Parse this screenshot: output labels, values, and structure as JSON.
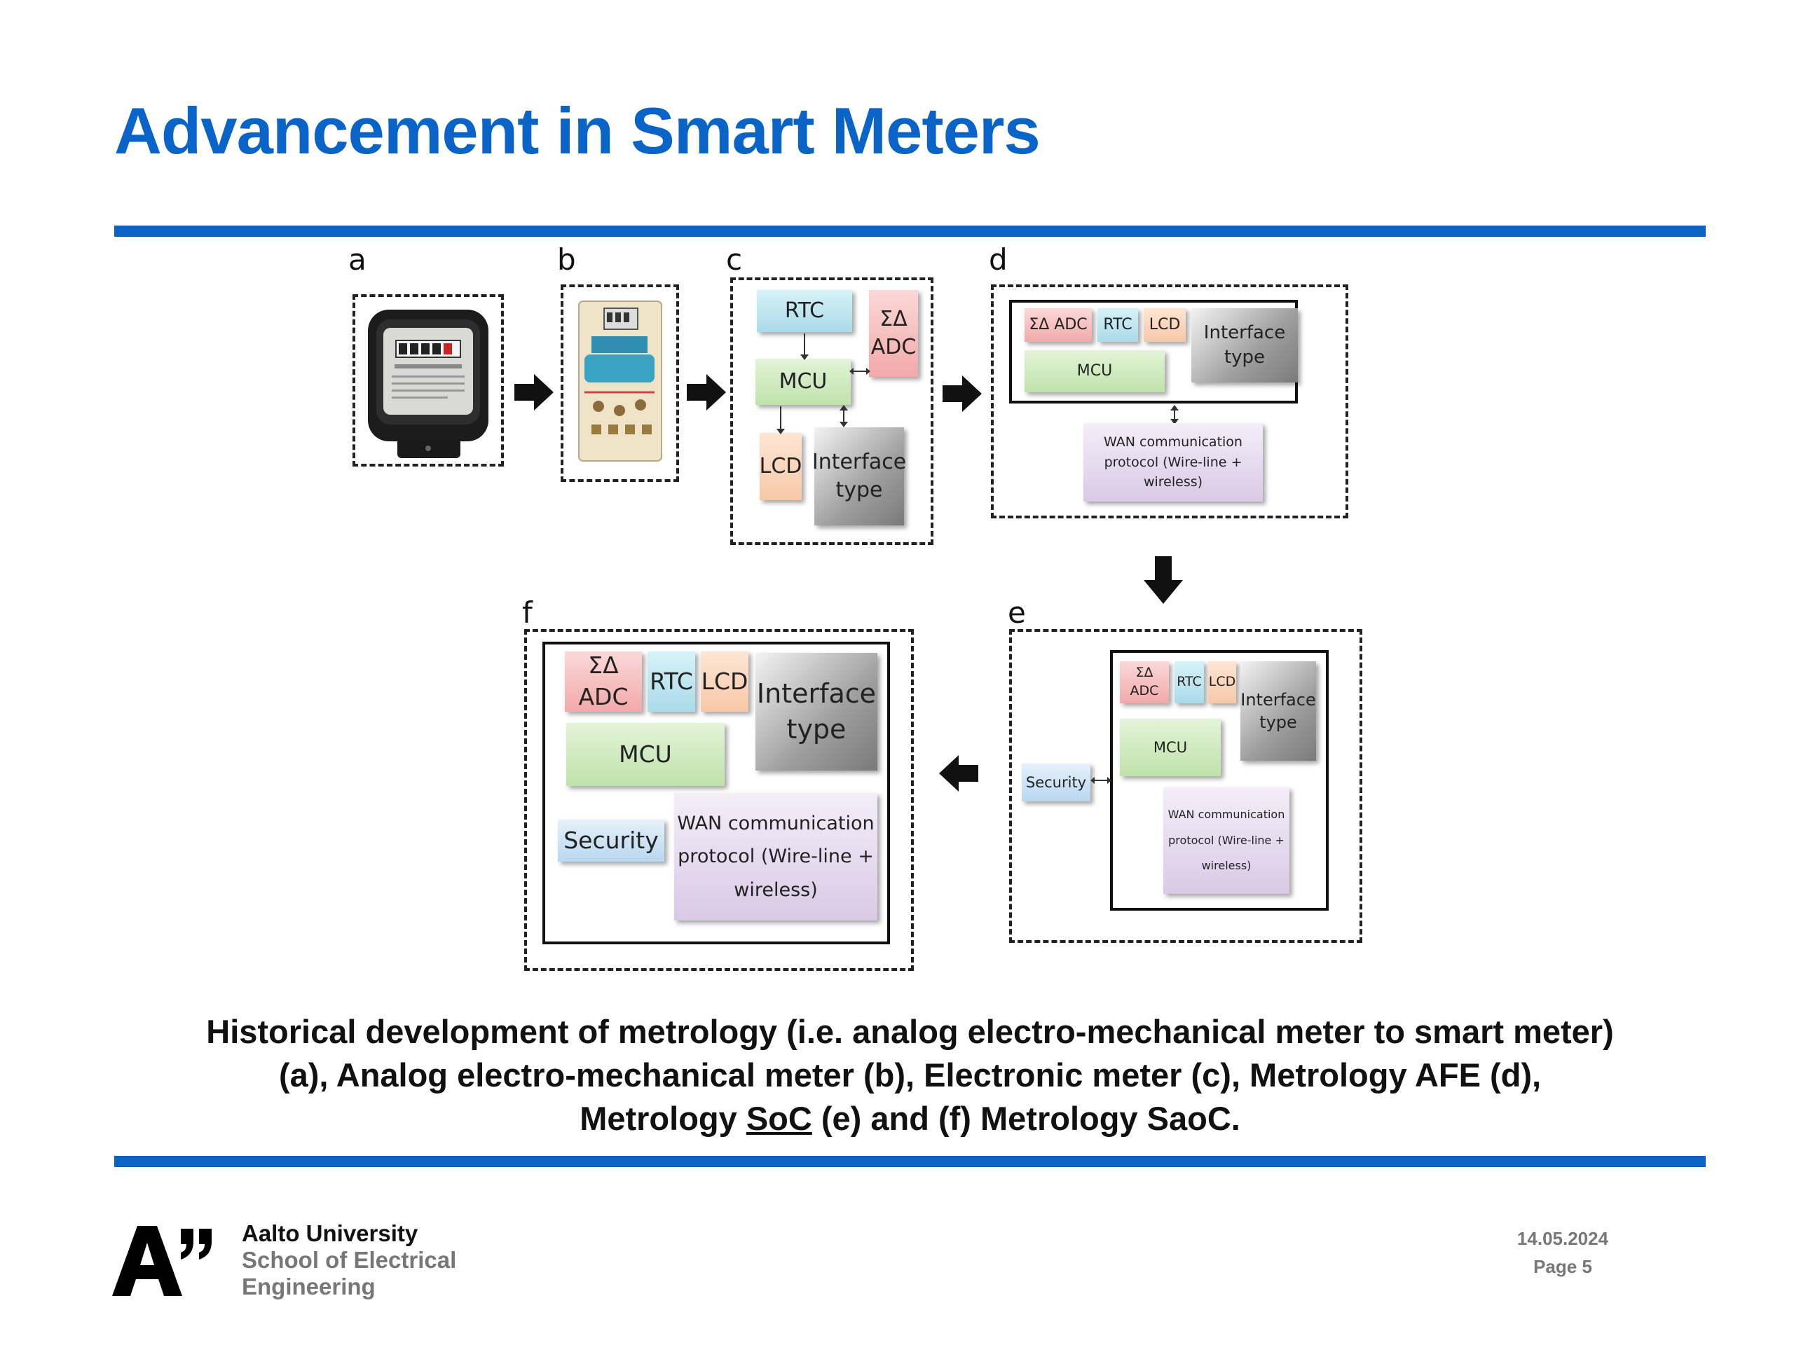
{
  "slide": {
    "title": "Advancement in Smart Meters",
    "caption_line1": "Historical development of metrology (i.e. analog electro-mechanical meter to smart meter)",
    "caption_line2": "(a), Analog electro-mechanical meter (b), Electronic meter (c), Metrology AFE (d),",
    "caption_line3_pre": "Metrology ",
    "caption_line3_soc": "SoC",
    "caption_line3_post": " (e) and (f) Metrology SaoC."
  },
  "panels": {
    "a": {
      "label": "a"
    },
    "b": {
      "label": "b"
    },
    "c": {
      "label": "c",
      "rtc": "RTC",
      "adc1": "ΣΔ",
      "adc2": "ADC",
      "mcu": "MCU",
      "lcd": "LCD",
      "iface1": "Interface",
      "iface2": "type"
    },
    "d": {
      "label": "d",
      "adc": "ΣΔ ADC",
      "rtc": "RTC",
      "lcd": "LCD",
      "iface1": "Interface",
      "iface2": "type",
      "mcu": "MCU",
      "wan1": "WAN communication",
      "wan2": "protocol (Wire-line +",
      "wan3": "wireless)"
    },
    "e": {
      "label": "e",
      "adc": "ΣΔ ADC",
      "rtc": "RTC",
      "lcd": "LCD",
      "iface1": "Interface",
      "iface2": "type",
      "mcu": "MCU",
      "security": "Security",
      "wan1": "WAN communication",
      "wan2": "protocol (Wire-line +",
      "wan3": "wireless)"
    },
    "f": {
      "label": "f",
      "adc": "ΣΔ ADC",
      "rtc": "RTC",
      "lcd": "LCD",
      "iface1": "Interface",
      "iface2": "type",
      "mcu": "MCU",
      "security": "Security",
      "wan1": "WAN communication",
      "wan2": "protocol (Wire-line +",
      "wan3": "wireless)"
    }
  },
  "footer": {
    "university": "Aalto University",
    "school1": "School of Electrical",
    "school2": "Engineering",
    "date": "14.05.2024",
    "page": "Page 5"
  },
  "colors": {
    "accent": "#0a64c8"
  }
}
